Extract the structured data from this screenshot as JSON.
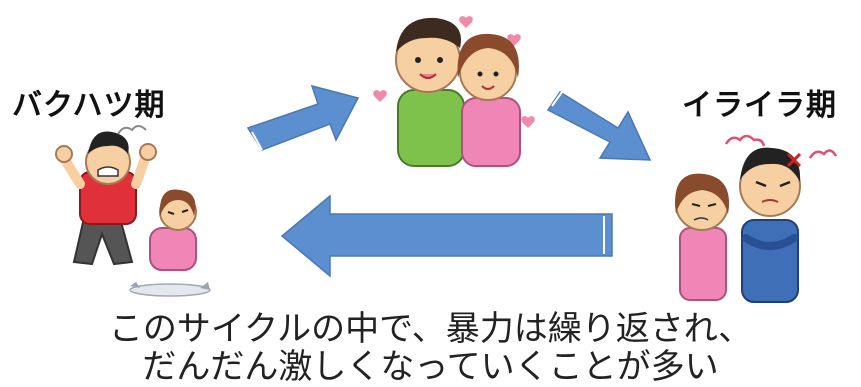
{
  "stages": {
    "explosion": {
      "label": "バクハツ期"
    },
    "honeymoon": {
      "label": ""
    },
    "tension": {
      "label": "イライラ期"
    }
  },
  "caption": {
    "line1": "このサイクルの中で、暴力は繰り返され、",
    "line2": "だんだん激しくなっていくことが多い"
  },
  "colors": {
    "arrow": "#5b8fcf",
    "arrow_stroke": "#4a78b4"
  }
}
